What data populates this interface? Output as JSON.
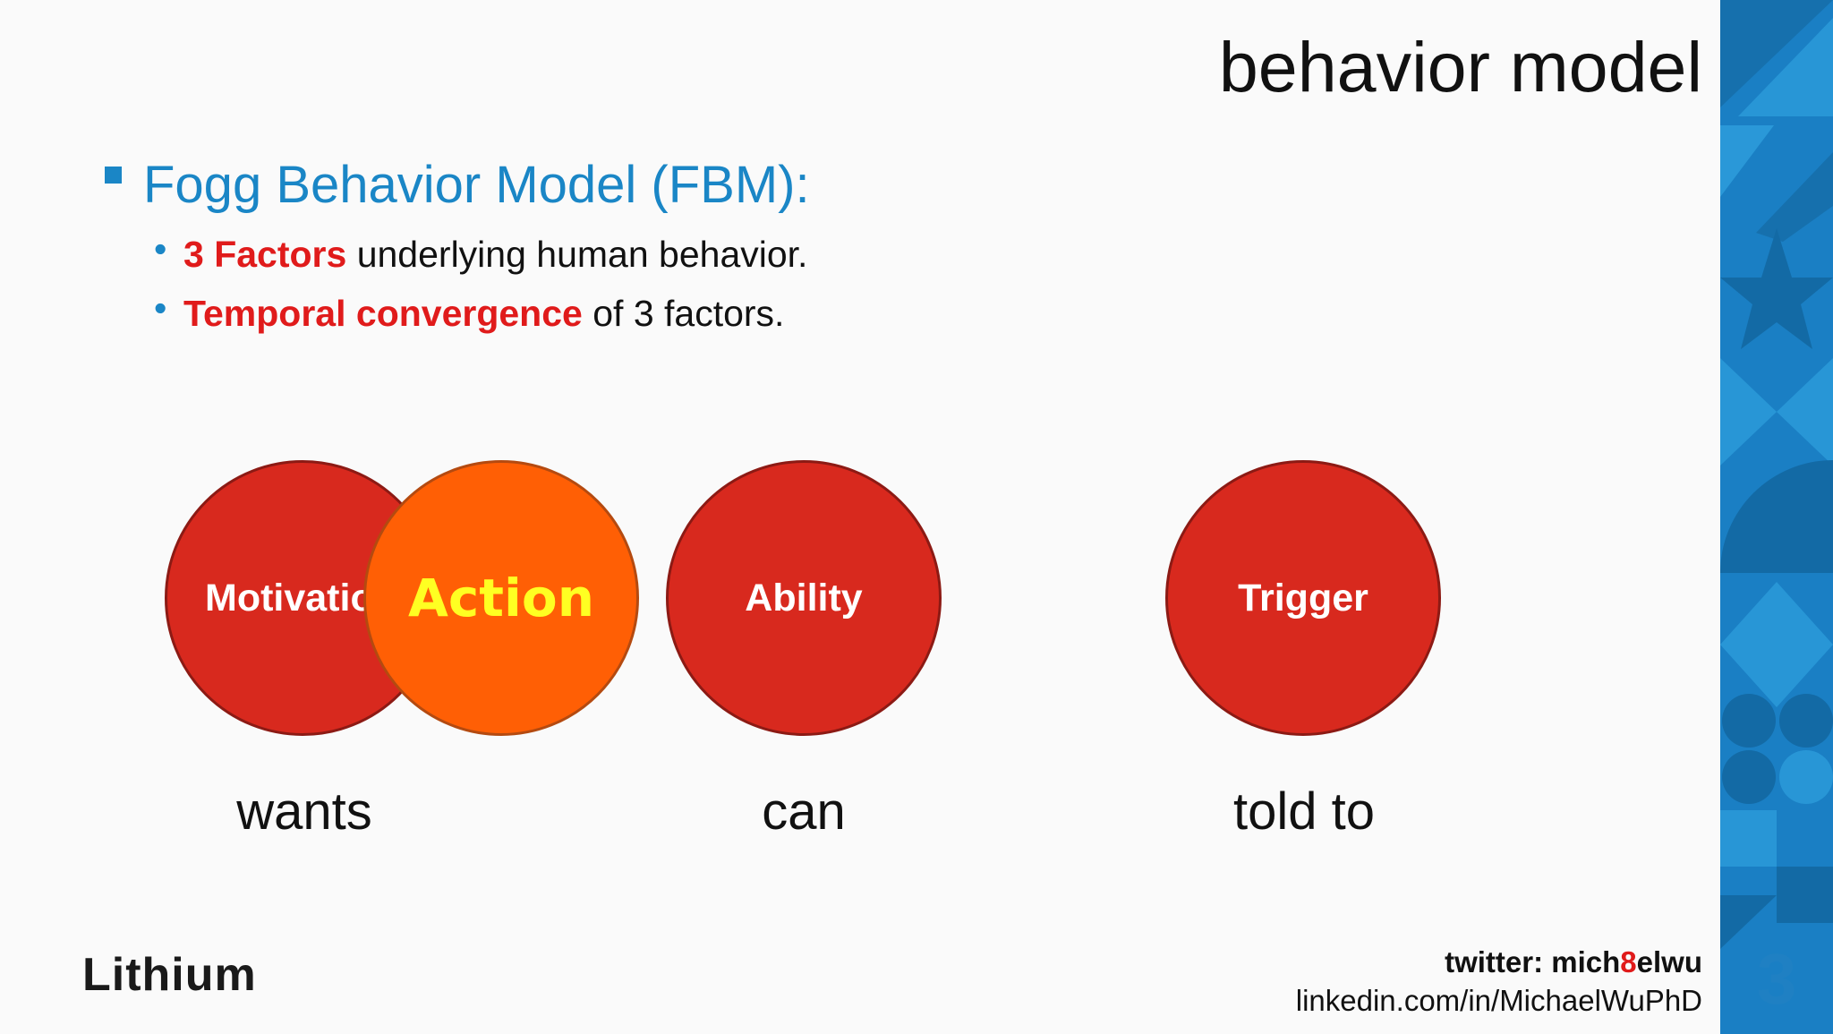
{
  "slide": {
    "title": "behavior model",
    "bullet": "Fogg Behavior Model (FBM):",
    "sub_bullets": [
      {
        "emphasis": "3 Factors",
        "rest": " underlying human behavior."
      },
      {
        "emphasis": "Temporal convergence",
        "rest": " of 3 factors."
      }
    ],
    "circles": {
      "motivation": "Motivation",
      "action": "Action",
      "ability": "Ability",
      "trigger": "Trigger"
    },
    "captions": {
      "motivation": "wants",
      "ability": "can",
      "trigger": "told to"
    },
    "logo": "Lithium",
    "twitter": {
      "prefix": "twitter: mich",
      "highlight": "8",
      "suffix": "elwu"
    },
    "linkedin": "linkedin.com/in/MichaelWuPhD",
    "page_number": "3"
  },
  "colors": {
    "accent_blue": "#1a86c6",
    "emphasis_red": "#e01b1b",
    "circle_red": "#d8291e",
    "action_orange": "#ff5f05",
    "action_text": "#ffff22",
    "sidebar_blue": "#1a7fc4"
  }
}
